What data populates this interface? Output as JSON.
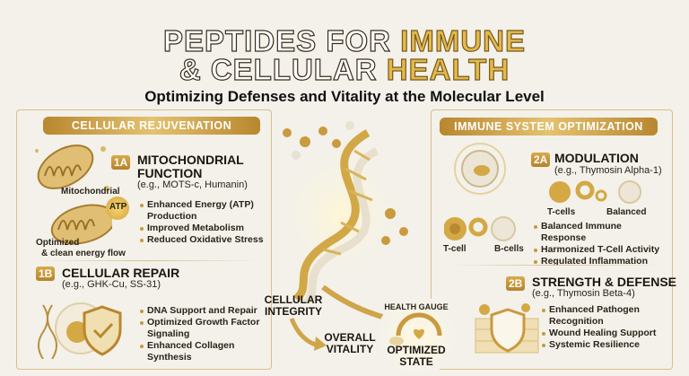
{
  "title": {
    "line1_a": "PEPTIDES FOR ",
    "line1_b": "IMMUNE",
    "line2_a": "& CELLULAR ",
    "line2_b": "HEALTH",
    "subtitle": "Optimizing Defenses and Vitality at the Molecular Level"
  },
  "left": {
    "banner": "CELLULAR REJUVENATION",
    "a": {
      "badge": "1A",
      "title1": "MITOCHONDRIAL",
      "title2": "FUNCTION",
      "examples": "(e.g., MOTS-c, Humanin)",
      "bullets": [
        "Enhanced Energy (ATP) Production",
        "Improved Metabolism",
        "Reduced Oxidative Stress"
      ],
      "label_mito": "Mitochondrial",
      "label_atp": "ATP",
      "label_opt1": "Optimized",
      "label_opt2": "& clean energy flow"
    },
    "b": {
      "badge": "1B",
      "title": "CELLULAR REPAIR",
      "examples": "(e.g., GHK-Cu, SS-31)",
      "bullets": [
        "DNA Support and Repair",
        "Optimized Growth Factor Signaling",
        "Enhanced Collagen Synthesis"
      ]
    }
  },
  "center": {
    "integrity1": "CELLULAR",
    "integrity2": "INTEGRITY",
    "vitality1": "OVERALL",
    "vitality2": "VITALITY",
    "gauge_title": "HEALTH GAUGE",
    "gauge_state1": "OPTIMIZED",
    "gauge_state2": "STATE"
  },
  "right": {
    "banner": "IMMUNE SYSTEM OPTIMIZATION",
    "a": {
      "badge": "2A",
      "title": "MODULATION",
      "examples": "(e.g., Thymosin Alpha-1)",
      "label_tcells": "T-cells",
      "label_balanced": "Balanced",
      "label_tcell": "T-cell",
      "label_bcells": "B-cells",
      "bullets": [
        "Balanced Immune Response",
        "Harmonized T-Cell Activity",
        "Regulated Inflammation"
      ]
    },
    "b": {
      "badge": "2B",
      "title": "STRENGTH & DEFENSE",
      "examples": "(e.g., Thymosin Beta-4)",
      "bullets": [
        "Enhanced Pathogen Recognition",
        "Wound Healing Support",
        "Systemic Resilience"
      ]
    }
  },
  "colors": {
    "gold": "#c9a14a",
    "background": "#f3f1ea"
  }
}
